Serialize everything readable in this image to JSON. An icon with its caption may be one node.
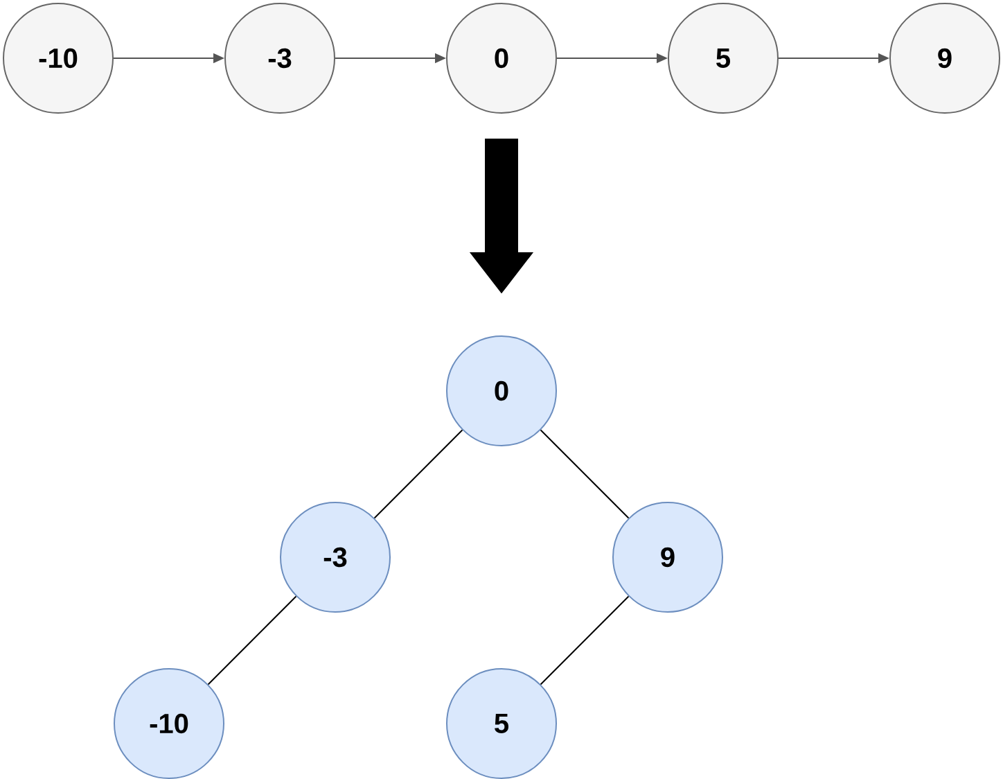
{
  "diagram": {
    "nodes": [
      {
        "text": [
          "-10"
        ]
      },
      {
        "text": [
          "-3"
        ]
      },
      {
        "text": [
          "0"
        ]
      },
      {
        "text": [
          "5"
        ]
      },
      {
        "text": [
          "9"
        ]
      },
      {
        "text": [
          "0"
        ]
      },
      {
        "text": [
          "-3"
        ]
      },
      {
        "text": [
          "9"
        ]
      },
      {
        "text": [
          "-10"
        ]
      },
      {
        "text": [
          "5"
        ]
      }
    ],
    "edges": [
      {
        "from": 0,
        "to": 1,
        "arrow": "to",
        "color": "#555555"
      },
      {
        "from": 1,
        "to": 2,
        "arrow": "to",
        "color": "#555555"
      },
      {
        "from": 2,
        "to": 3,
        "arrow": "to",
        "color": "#555555"
      },
      {
        "from": 3,
        "to": 4,
        "arrow": "to",
        "color": "#555555"
      },
      {
        "from": 2,
        "to": 5,
        "arrow": "to",
        "style": "thick"
      },
      {
        "from": 5,
        "to": 6,
        "arrow": "none"
      },
      {
        "from": 5,
        "to": 7,
        "arrow": "none"
      },
      {
        "from": 6,
        "to": 8,
        "arrow": "none"
      },
      {
        "from": 7,
        "to": 9,
        "arrow": "none"
      }
    ]
  }
}
